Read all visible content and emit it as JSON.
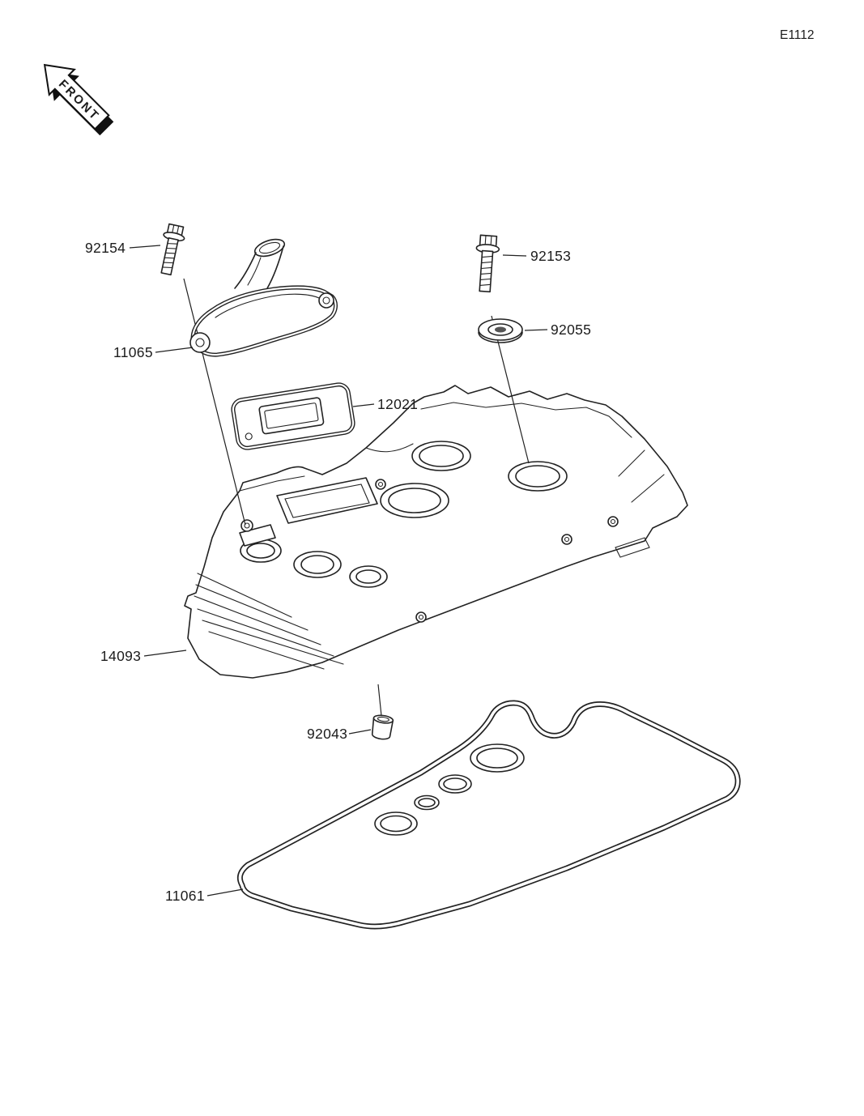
{
  "page": {
    "code": "E1112",
    "front_label": "FRONT"
  },
  "colors": {
    "line": "#222222",
    "background": "#ffffff"
  },
  "parts": [
    {
      "number": "92154"
    },
    {
      "number": "92153"
    },
    {
      "number": "92055"
    },
    {
      "number": "11065"
    },
    {
      "number": "12021"
    },
    {
      "number": "14093"
    },
    {
      "number": "92043"
    },
    {
      "number": "11061"
    }
  ]
}
